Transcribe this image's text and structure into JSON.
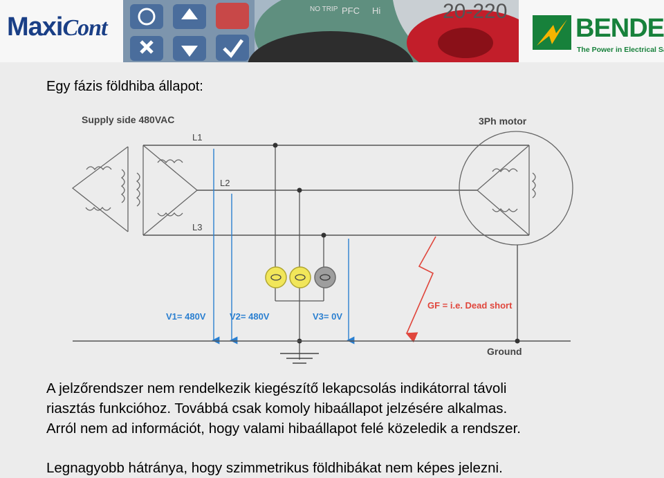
{
  "header": {
    "logo_left": "Maxi",
    "logo_left_script": "Cont",
    "logo_right": "BENDER",
    "logo_right_tagline": "The Power in Electrical Safety",
    "photo_labels": [
      "NO TRIP",
      "PFC",
      "Hi",
      "20-220"
    ]
  },
  "title": "Egy fázis földhiba állapot:",
  "diagram": {
    "supply_label": "Supply side 480VAC",
    "motor_label": "3Ph motor",
    "line_labels": [
      "L1",
      "L2",
      "L3"
    ],
    "voltages": [
      "V1= 480V",
      "V2= 480V",
      "V3= 0V"
    ],
    "fault_label": "GF = i.e. Dead short",
    "ground_label": "Ground",
    "lamp_states": [
      "on",
      "on",
      "off"
    ],
    "colors": {
      "lamp_on": "#f1e65a",
      "lamp_off": "#9e9e9e",
      "fault": "#e0463c",
      "arrow": "#2a7fd0"
    }
  },
  "body": {
    "lines": [
      "A jelzőrendszer nem rendelkezik kiegészítő lekapcsolás indikátorral távoli",
      "riasztás funkcióhoz. Továbbá csak komoly hibaállapot jelzésére alkalmas.",
      "Arról nem ad információt, hogy valami hibaállapot felé közeledik a rendszer."
    ],
    "last_line": "Legnagyobb hátránya, hogy szimmetrikus földhibákat nem képes jelezni."
  }
}
